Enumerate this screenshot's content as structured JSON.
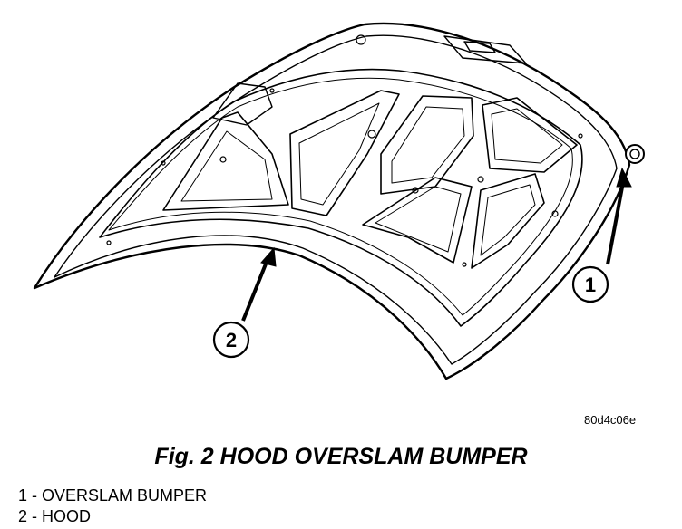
{
  "image_code": "80d4c06e",
  "figure": {
    "title": "Fig. 2 HOOD OVERSLAM BUMPER"
  },
  "callouts": [
    {
      "number": "1"
    },
    {
      "number": "2"
    }
  ],
  "legend": [
    {
      "text": "1 - OVERSLAM BUMPER"
    },
    {
      "text": "2 - HOOD"
    }
  ]
}
